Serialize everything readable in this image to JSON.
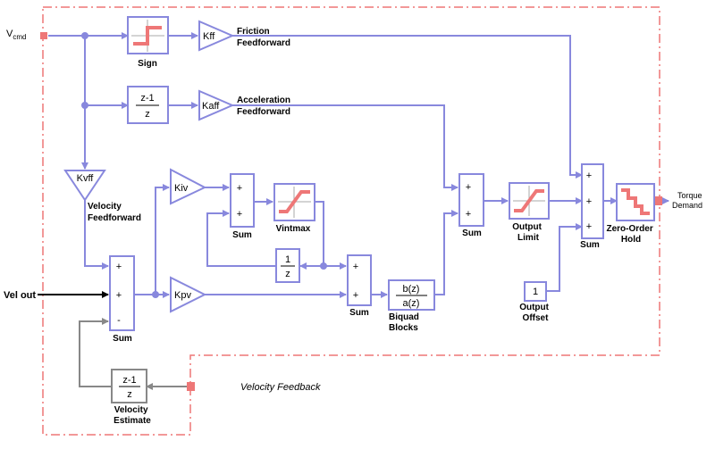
{
  "colors": {
    "wire": "#8888dd",
    "boundary": "#ee7777",
    "port": "#ee7777",
    "staircase": "#ee7777",
    "feedback_wire": "#888888",
    "input_wire": "#000000"
  },
  "ports": {
    "vcmd_main": "V",
    "vcmd_sub": "cmd",
    "vel_out": "Vel out",
    "velocity_feedback": "Velocity  Feedback",
    "torque_demand_1": "Torque",
    "torque_demand_2": "Demand"
  },
  "blocks": {
    "sign": {
      "label": "Sign",
      "icon": "sign-function-icon"
    },
    "kff": {
      "gain": "Kff",
      "label_1": "Friction",
      "label_2": "Feedforward"
    },
    "discrete_diff": {
      "num": "z-1",
      "den": "z"
    },
    "kaff": {
      "gain": "Kaff",
      "label_1": "Acceleration",
      "label_2": "Feedforward"
    },
    "kvff": {
      "gain": "Kvff",
      "label_1": "Velocity",
      "label_2": "Feedforward"
    },
    "kiv": {
      "gain": "Kiv"
    },
    "sum_integrator": {
      "label": "Sum",
      "signs": [
        "+",
        "+"
      ]
    },
    "vintmax": {
      "label": "Vintmax",
      "icon": "saturation-icon"
    },
    "unit_delay": {
      "num": "1",
      "den": "z"
    },
    "sum_velocity": {
      "label": "Sum",
      "signs": [
        "+",
        "+",
        "-"
      ]
    },
    "kpv": {
      "gain": "Kpv"
    },
    "sum_pi": {
      "label": "Sum",
      "signs": [
        "+",
        "+"
      ]
    },
    "biquad": {
      "num": "b(z)",
      "den": "a(z)",
      "label_1": "Biquad",
      "label_2": "Blocks"
    },
    "sum_accel": {
      "label": "Sum",
      "signs": [
        "+",
        "+"
      ]
    },
    "output_limit": {
      "label_1": "Output",
      "label_2": "Limit",
      "icon": "saturation-icon"
    },
    "output_offset": {
      "value": "1",
      "label_1": "Output",
      "label_2": "Offset"
    },
    "sum_output": {
      "label": "Sum",
      "signs": [
        "+",
        "+",
        "+"
      ]
    },
    "zoh": {
      "label_1": "Zero-Order",
      "label_2": "Hold",
      "icon": "zero-order-hold-icon"
    },
    "velocity_estimate": {
      "num": "z-1",
      "den": "z",
      "label_1": "Velocity",
      "label_2": "Estimate"
    }
  }
}
